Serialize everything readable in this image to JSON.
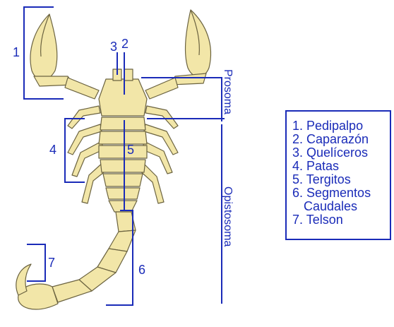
{
  "diagram": {
    "colors": {
      "body_fill": "#f2e6a8",
      "body_stroke": "#6b6340",
      "annotation": "#1a2bb8"
    },
    "callout_numbers": [
      "1",
      "2",
      "3",
      "4",
      "5",
      "6",
      "7"
    ],
    "regions": {
      "prosoma": "Prosoma",
      "opistosoma": "Opistosoma"
    },
    "legend": {
      "items": [
        "1. Pedipalpo",
        "2. Caparazón",
        "3. Quelíceros",
        "4. Patas",
        "5. Tergitos",
        "6. Segmentos",
        "Caudales",
        "7. Telson"
      ]
    }
  }
}
